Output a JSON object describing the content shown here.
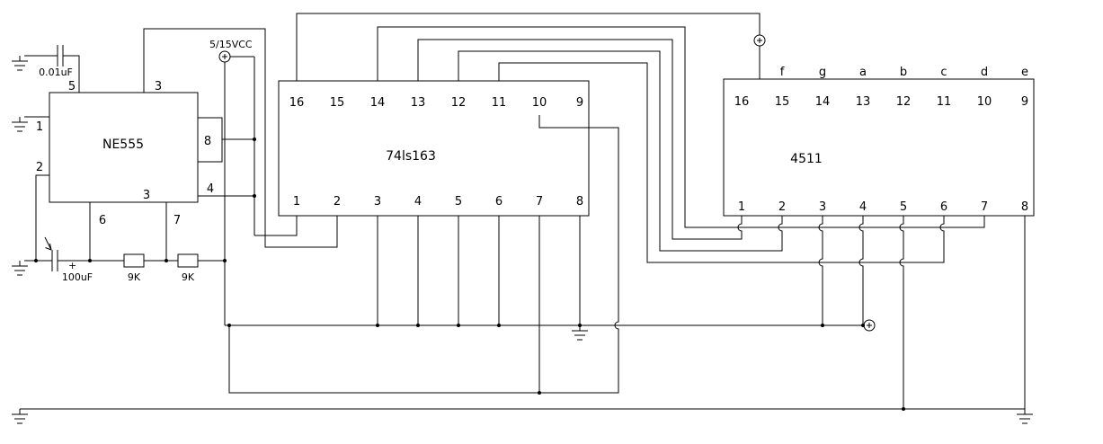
{
  "schematic": {
    "power_label": "5/15VCC",
    "components": {
      "c1_label": "0.01uF",
      "c2_label": "100uF",
      "c2_polarity": "+",
      "r1_label": "9K",
      "r2_label": "9K"
    },
    "ne555": {
      "label": "NE555",
      "pins": {
        "p5": "5",
        "p3_top": "3",
        "p1": "1",
        "p2": "2",
        "p8": "8",
        "p4": "4",
        "p3_bottom": "3",
        "p6": "6",
        "p7": "7"
      }
    },
    "counter": {
      "label": "74ls163",
      "top_pins": [
        "16",
        "15",
        "14",
        "13",
        "12",
        "11",
        "10",
        "9"
      ],
      "bottom_pins": [
        "1",
        "2",
        "3",
        "4",
        "5",
        "6",
        "7",
        "8"
      ]
    },
    "decoder": {
      "label": "4511",
      "segment_letters": [
        "f",
        "g",
        "a",
        "b",
        "c",
        "d",
        "e"
      ],
      "top_pins": [
        "16",
        "15",
        "14",
        "13",
        "12",
        "11",
        "10",
        "9"
      ],
      "bottom_pins": [
        "1",
        "2",
        "3",
        "4",
        "5",
        "6",
        "7",
        "8"
      ]
    }
  }
}
